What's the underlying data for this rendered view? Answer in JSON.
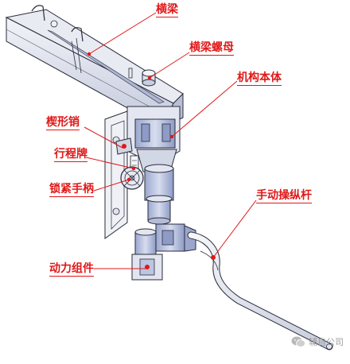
{
  "labels": {
    "crossbeam": "横梁",
    "crossbeam_nut": "横梁螺母",
    "mechanism_body": "机构本体",
    "wedge_pin": "楔形销",
    "travel_plate": "行程牌",
    "lock_handle": "锁紧手柄",
    "manual_lever": "手动操纵杆",
    "power_assembly": "动力组件"
  },
  "watermark": {
    "text": "辅自公司",
    "icon": "wechat-icon"
  },
  "colors": {
    "label": "#e01818",
    "part_blue": "#bcc6e2",
    "part_blue_dark": "#8e9bc6",
    "outline": "#2a2d3a",
    "metal_light": "#eceef5",
    "metal_mid": "#d4d8e6"
  }
}
